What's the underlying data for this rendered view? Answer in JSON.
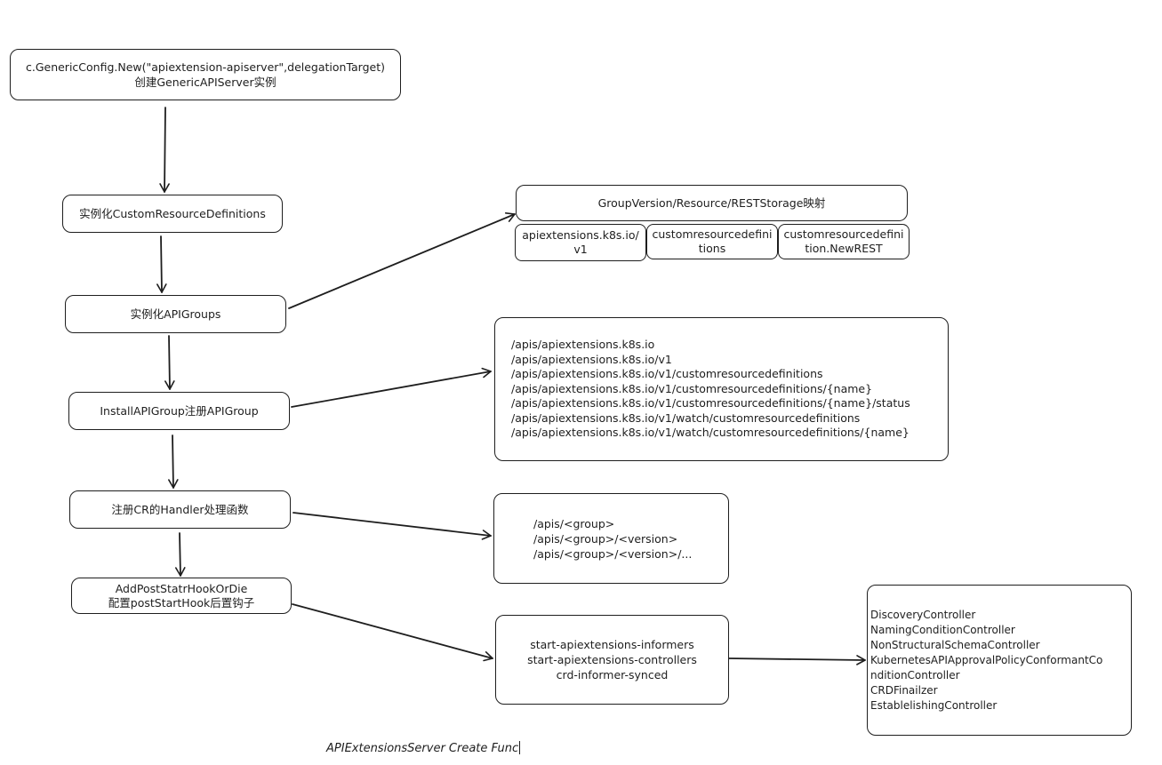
{
  "flow": {
    "generic_config": [
      "c.GenericConfig.New(\"apiextension-apiserver\",delegationTarget)",
      "创建GenericAPIServer实例"
    ],
    "instantiate_crd": "实例化CustomResourceDefinitions",
    "instantiate_api_groups": "实例化APIGroups",
    "install_api_group": "InstallAPIGroup注册APIGroup",
    "register_cr_handler": "注册CR的Handler处理函数",
    "add_post_start_hook": [
      "AddPostStatrHookOrDie",
      "配置postStartHook后置钩子"
    ]
  },
  "storage_mapping": {
    "header": "GroupVersion/Resource/RESTStorage映射",
    "cells": [
      "apiextensions.k8s.io/v1",
      "customresourcedefinitions",
      "customresourcedefinition.NewREST"
    ]
  },
  "api_paths": [
    "/apis/apiextensions.k8s.io",
    "/apis/apiextensions.k8s.io/v1",
    "/apis/apiextensions.k8s.io/v1/customresourcedefinitions",
    "/apis/apiextensions.k8s.io/v1/customresourcedefinitions/{name}",
    "/apis/apiextensions.k8s.io/v1/customresourcedefinitions/{name}/status",
    "/apis/apiextensions.k8s.io/v1/watch/customresourcedefinitions",
    "/apis/apiextensions.k8s.io/v1/watch/customresourcedefinitions/{name}"
  ],
  "cr_paths": [
    "/apis/<group>",
    "/apis/<group>/<version>",
    "/apis/<group>/<version>/..."
  ],
  "post_start_hooks": [
    "start-apiextensions-informers",
    "start-apiextensions-controllers",
    "crd-informer-synced"
  ],
  "controllers": [
    "DiscoveryController",
    "NamingConditionController",
    "NonStructuralSchemaController",
    "KubernetesAPIApprovalPolicyConformantCo",
    "nditionController",
    "CRDFinailzer",
    "EstablelishingController"
  ],
  "caption": "APIExtensionsServer Create Func",
  "colors": {
    "stroke": "#1e1e1e",
    "background": "#ffffff"
  }
}
